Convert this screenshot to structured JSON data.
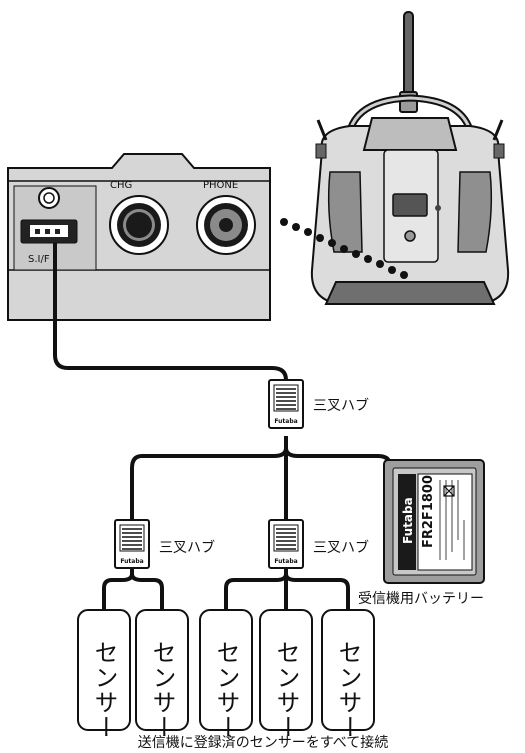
{
  "panel": {
    "chg_label": "CHG",
    "phone_label": "PHONE",
    "sbus_label": "S.I/F"
  },
  "hub": {
    "brand": "Futaba",
    "label": "三叉ハブ"
  },
  "battery": {
    "brand": "Futaba",
    "model": "FR2F1800",
    "label": "受信機用バッテリー"
  },
  "sensors": [
    {
      "label": "センサー"
    },
    {
      "label": "センサー"
    },
    {
      "label": "センサー"
    },
    {
      "label": "センサー"
    },
    {
      "label": "センサー"
    }
  ],
  "caption": "送信機に登録済のセンサーをすべて接続",
  "colors": {
    "stroke": "#111111",
    "panel_fill": "#d6d6d6",
    "panel_dark": "#c4c4c4",
    "transmitter_fill": "#dcdcdc",
    "transmitter_dark": "#8a8a8a"
  }
}
